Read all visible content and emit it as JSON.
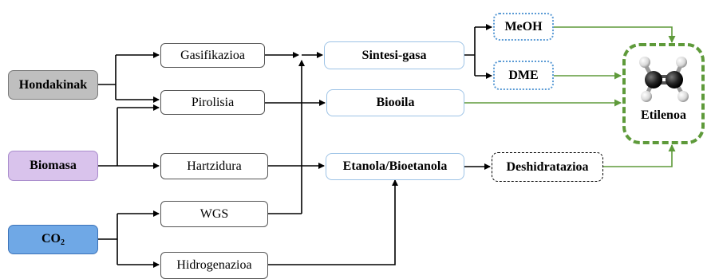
{
  "sources": {
    "hondakinak": "Hondakinak",
    "biomasa": "Biomasa",
    "co2": "CO",
    "co2_subscript": "2"
  },
  "processes": {
    "gasifikazioa": "Gasifikazioa",
    "pirolisia": "Pirolisia",
    "hartzidura": "Hartzidura",
    "wgs": "WGS",
    "hidrogenazioa": "Hidrogenazioa"
  },
  "products": {
    "sintesi_gasa": "Sintesi-gasa",
    "biooila": "Biooila",
    "etanola": "Etanola/Bioetanola",
    "meoh": "MeOH",
    "dme": "DME",
    "deshidratazioa": "Deshidratazioa",
    "etilenoa": "Etilenoa"
  },
  "colors": {
    "hondakinak_fill": "#bfbfbf",
    "biomasa_fill": "#d9c3ec",
    "co2_fill": "#6fa8e6",
    "green_arrow": "#5e9a3a",
    "blue_border": "#9dc3e6"
  }
}
